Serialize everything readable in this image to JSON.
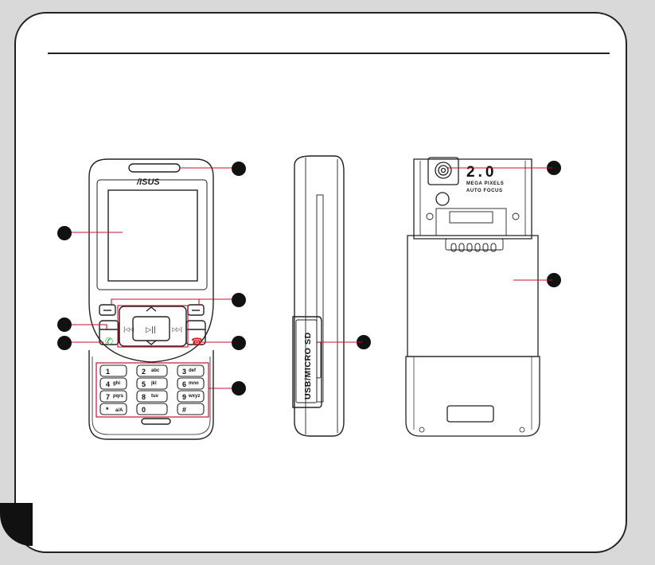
{
  "side_view": {
    "port_label": "USB/MICRO SD"
  },
  "front_view": {
    "logo": "/ISUS",
    "keypad": [
      {
        "num": "1",
        "letters": ""
      },
      {
        "num": "2",
        "letters": "abc"
      },
      {
        "num": "3",
        "letters": "def"
      },
      {
        "num": "4",
        "letters": "ghi"
      },
      {
        "num": "5",
        "letters": "jkl"
      },
      {
        "num": "6",
        "letters": "mno"
      },
      {
        "num": "7",
        "letters": "pqrs"
      },
      {
        "num": "8",
        "letters": "tuv"
      },
      {
        "num": "9",
        "letters": "wxyz"
      },
      {
        "num": "*",
        "letters": "a/A"
      },
      {
        "num": "0",
        "letters": ""
      },
      {
        "num": "#",
        "letters": ""
      }
    ]
  },
  "back_view": {
    "camera_big": "2.0",
    "camera_line1": "MEGA PIXELS",
    "camera_line2": "AUTO FOCUS"
  },
  "colors": {
    "callout_line": "#c8102e",
    "call_green": "#2aa02a",
    "end_red": "#d42020"
  }
}
